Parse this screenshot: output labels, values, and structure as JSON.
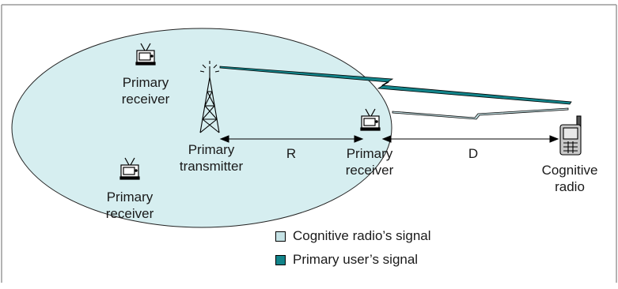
{
  "labels": {
    "primary_receiver_top": "Primary\nreceiver",
    "primary_receiver_bottom": "Primary\nreceiver",
    "primary_transmitter": "Primary\ntransmitter",
    "primary_receiver_edge": "Primary\nreceiver",
    "cognitive_radio": "Cognitive\nradio",
    "distance_r": "R",
    "distance_d": "D"
  },
  "legend": [
    {
      "label": "Cognitive radio’s signal",
      "color": "#c6e3e6"
    },
    {
      "label": "Primary user’s signal",
      "color": "#12848a"
    }
  ],
  "colors": {
    "coverage_fill": "#d6eef0",
    "primary_signal": "#12848a",
    "frame_border": "#9a9a9a"
  }
}
